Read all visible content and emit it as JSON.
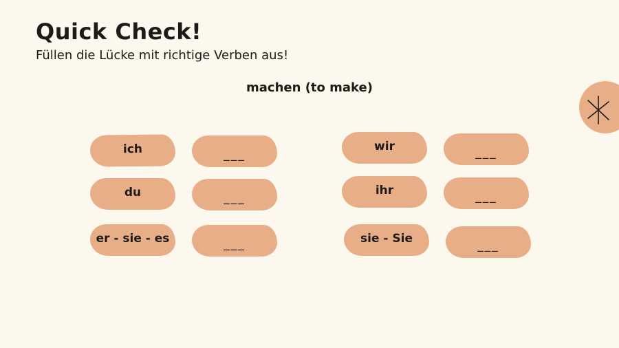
{
  "slide": {
    "title": "Quick Check!",
    "subtitle": "Füllen die Lücke mit richtige Verben aus!",
    "verb": "machen (to make)"
  },
  "conjugation": {
    "left": [
      {
        "pronoun": "ich",
        "blank": "___"
      },
      {
        "pronoun": "du",
        "blank": "___"
      },
      {
        "pronoun": "er - sie - es",
        "blank": "___"
      }
    ],
    "right": [
      {
        "pronoun": "wir",
        "blank": "___"
      },
      {
        "pronoun": "ihr",
        "blank": "___"
      },
      {
        "pronoun": "sie - Sie",
        "blank": "___"
      }
    ]
  },
  "decoration": {
    "icon": "asterisk-icon",
    "circle_color": "#e8ae88"
  },
  "colors": {
    "background": "#fdf8ee",
    "pill": "#e8ae88",
    "text": "#1e1a17"
  }
}
